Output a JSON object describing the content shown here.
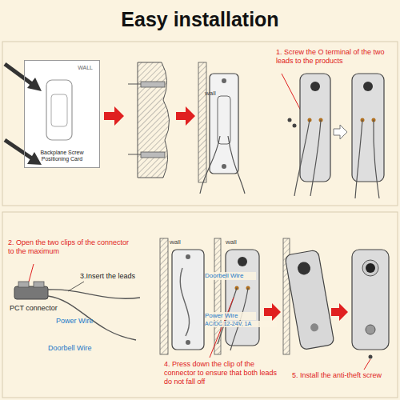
{
  "diagram": {
    "title": "Easy installation",
    "nodes": [
      {
        "text": [
          "WALL",
          "Backplane Screw Positioning Card"
        ]
      }
    ],
    "labels": [
      "1. Screw the O terminal of the two leads to the products",
      "wall",
      "2. Open the two clips of the connector to the maximum",
      "PCT connector",
      "3.Insert the leads",
      "Power Wire",
      "Doorbell Wire",
      "wall",
      "Doorbell Wire",
      "Power Wire",
      "AC/DC 12-24V, 1A",
      "4. Press down the clip of the connector to ensure that both leads do not fall off",
      "wall",
      "5. Install the anti-theft screw"
    ]
  }
}
